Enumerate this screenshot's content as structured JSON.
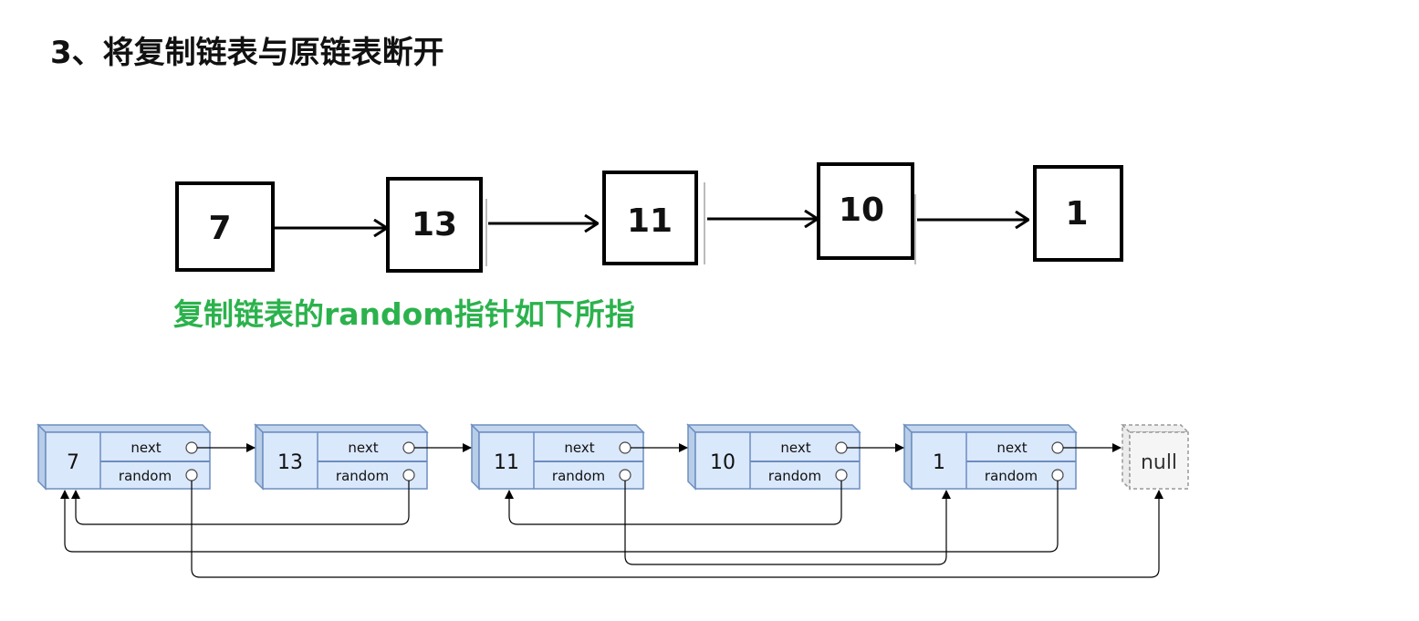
{
  "title": "3、将复制链表与原链表断开",
  "subtitle": "复制链表的random指针如下所指",
  "original_list": {
    "values": [
      "7",
      "13",
      "11",
      "10",
      "1"
    ]
  },
  "copied_list": {
    "nodes": [
      {
        "value": "7",
        "next_label": "next",
        "random_label": "random"
      },
      {
        "value": "13",
        "next_label": "next",
        "random_label": "random"
      },
      {
        "value": "11",
        "next_label": "next",
        "random_label": "random"
      },
      {
        "value": "10",
        "next_label": "next",
        "random_label": "random"
      },
      {
        "value": "1",
        "next_label": "next",
        "random_label": "random"
      }
    ],
    "terminal": "null"
  },
  "colors": {
    "subtitle": "#2bb24c",
    "node_fill": "#dae8fc",
    "node_stroke": "#6c8ebf",
    "null_fill": "#f5f5f5",
    "null_stroke": "#999999"
  }
}
